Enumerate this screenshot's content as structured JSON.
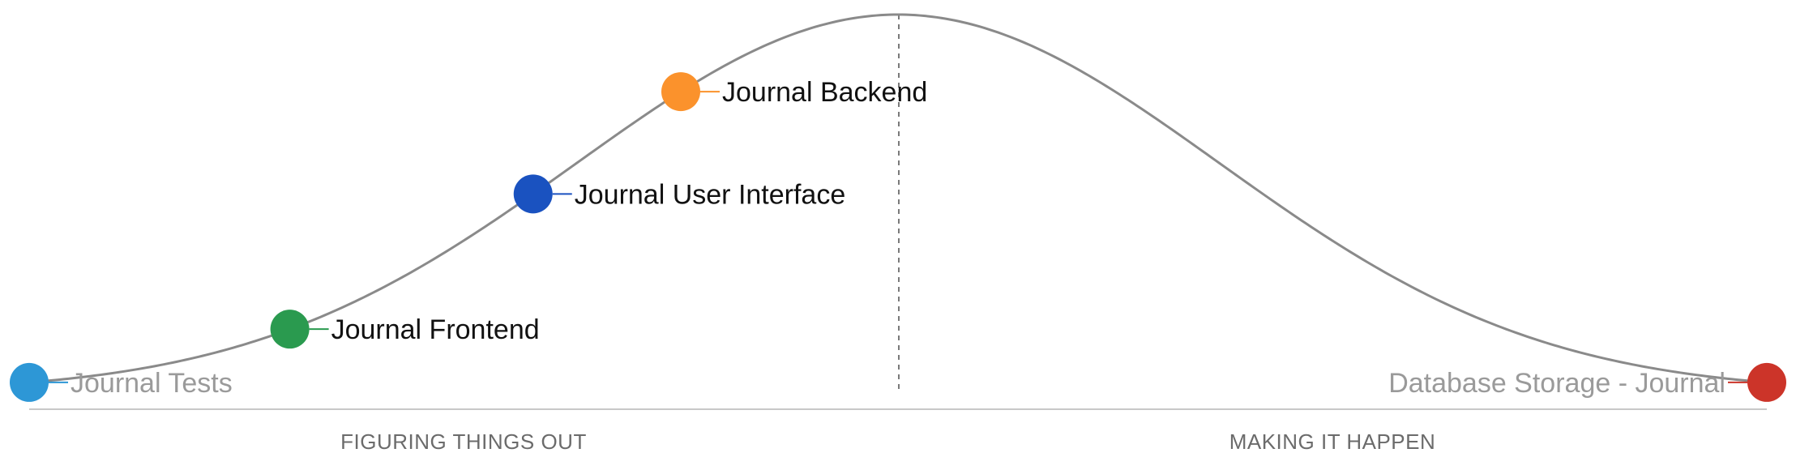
{
  "hill_chart": {
    "phases": [
      {
        "label": "FIGURING THINGS OUT"
      },
      {
        "label": "MAKING IT HAPPEN"
      }
    ],
    "items": [
      {
        "name": "Journal Tests",
        "progress": 0.0,
        "color": "#2d97d6",
        "muted": true,
        "label_side": "right"
      },
      {
        "name": "Journal Frontend",
        "progress": 0.15,
        "color": "#2a9a4f",
        "muted": false,
        "label_side": "right"
      },
      {
        "name": "Journal User Interface",
        "progress": 0.29,
        "color": "#1a52c0",
        "muted": false,
        "label_side": "right"
      },
      {
        "name": "Journal Backend",
        "progress": 0.375,
        "color": "#fb922c",
        "muted": false,
        "label_side": "right"
      },
      {
        "name": "Database Storage - Journal",
        "progress": 1.0,
        "color": "#cc3429",
        "muted": true,
        "label_side": "left"
      }
    ],
    "colors": {
      "curve": "#8a8a8a",
      "baseline": "#c8c8c8",
      "midline": "#7a7a7a"
    }
  }
}
